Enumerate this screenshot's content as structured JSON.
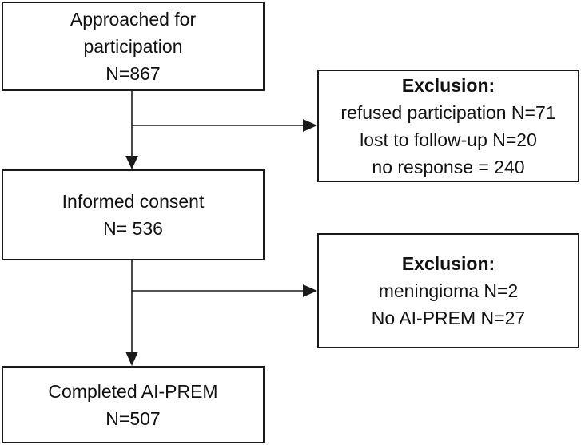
{
  "diagram": {
    "approached": {
      "line1": "Approached for",
      "line2": "participation",
      "line3": "N=867"
    },
    "exclusion1": {
      "title": "Exclusion:",
      "line1": "refused participation N=71",
      "line2": "lost to follow-up N=20",
      "line3": "no response = 240"
    },
    "consent": {
      "line1": "Informed consent",
      "line2": "N= 536"
    },
    "exclusion2": {
      "title": "Exclusion:",
      "line1": "meningioma N=2",
      "line2": "No AI-PREM N=27"
    },
    "completed": {
      "line1": "Completed AI-PREM",
      "line2": "N=507"
    }
  }
}
